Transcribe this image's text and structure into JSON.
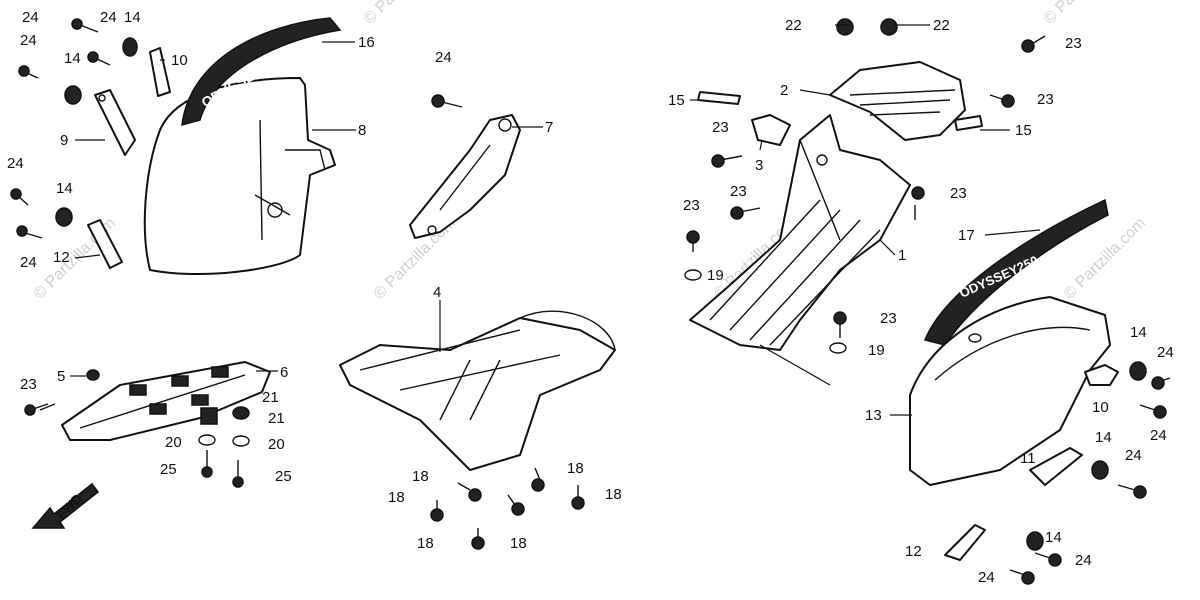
{
  "callouts": {
    "c1": "1",
    "c2": "2",
    "c3": "3",
    "c4": "4",
    "c5": "5",
    "c6": "6",
    "c7": "7",
    "c8": "8",
    "c9": "9",
    "c10": "10",
    "c11": "11",
    "c12": "12",
    "c13": "13",
    "c14": "14",
    "c15": "15",
    "c16": "16",
    "c17": "17",
    "c18": "18",
    "c19": "19",
    "c20": "20",
    "c21": "21",
    "c22": "22",
    "c23": "23",
    "c24": "24",
    "c25": "25"
  },
  "decals": {
    "left_text": "ODYSSEY250",
    "right_text": "ODYSSEY250"
  },
  "fwd_label": "FWD",
  "watermark": "© Partzilla.com"
}
